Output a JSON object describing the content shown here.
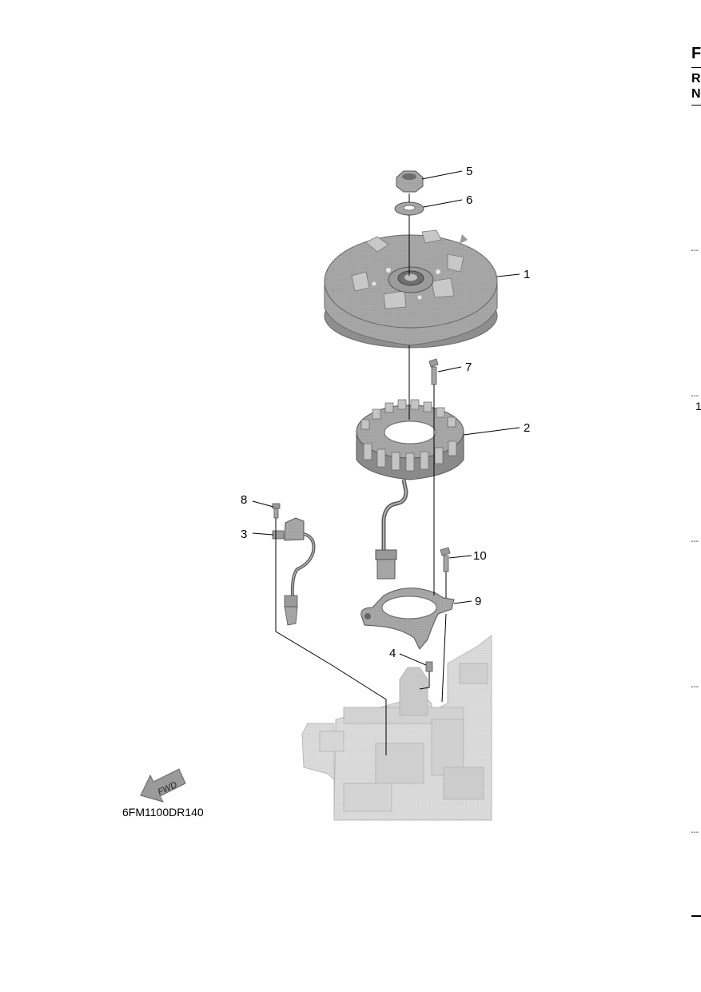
{
  "callouts": {
    "c1": "1",
    "c2": "2",
    "c3": "3",
    "c4": "4",
    "c5": "5",
    "c6": "6",
    "c7": "7",
    "c8": "8",
    "c9": "9",
    "c10": "10"
  },
  "figure_code": "6FM1100DR140",
  "fwd_label": "FWD",
  "edge_text": {
    "top": "F",
    "second": "R",
    "third": "N",
    "side_number": "1"
  }
}
